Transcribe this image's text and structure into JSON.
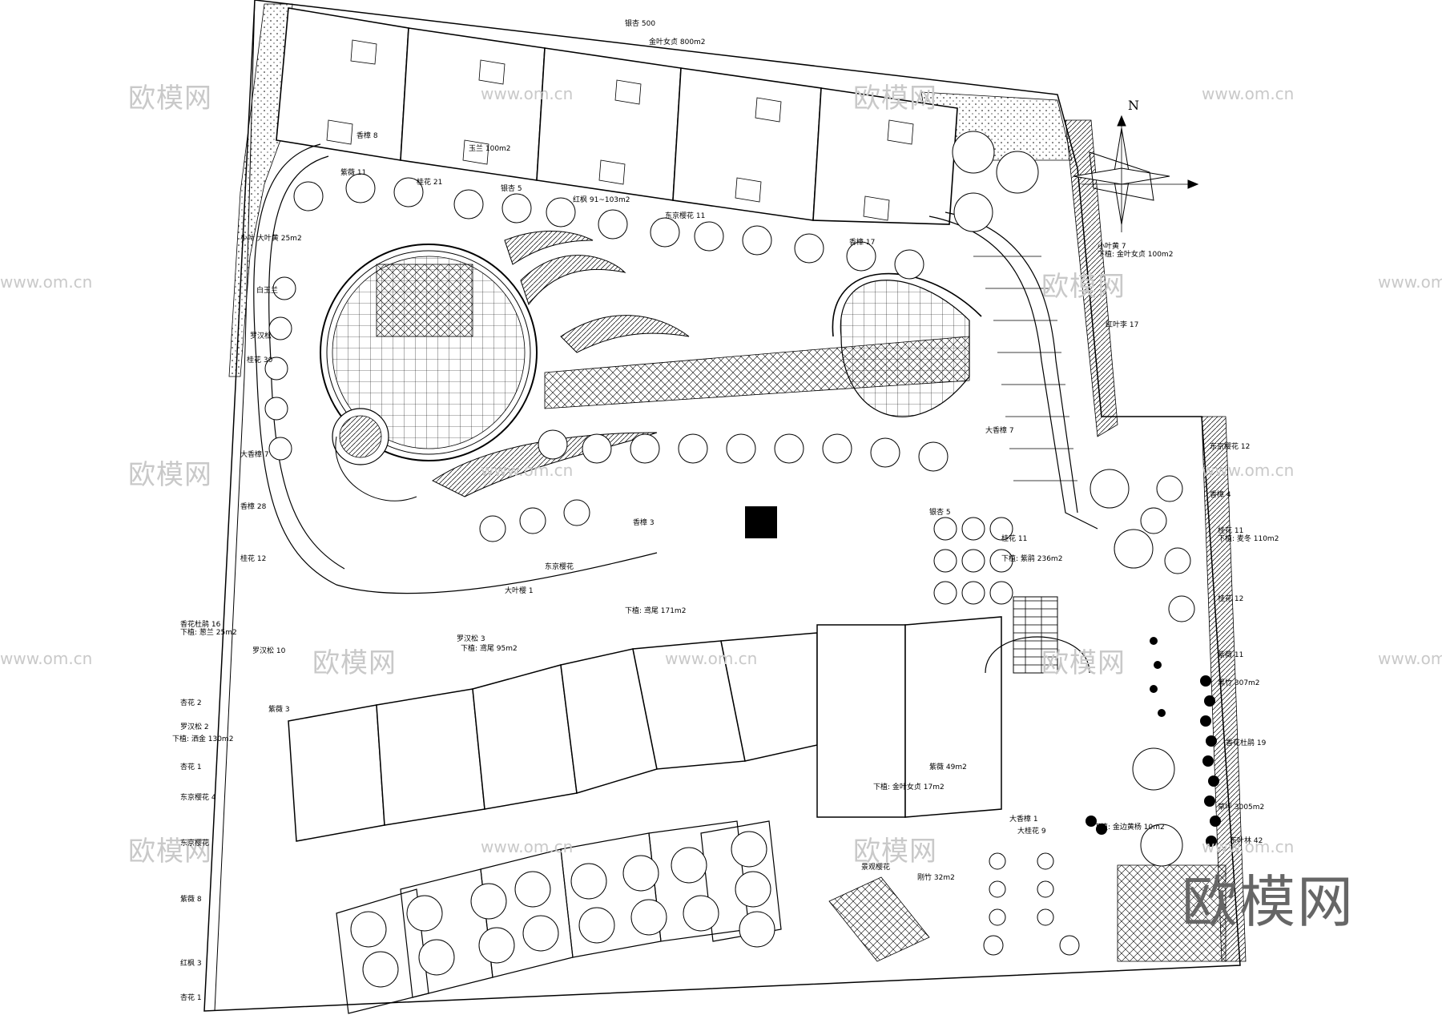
{
  "watermarks": {
    "brand_cn": "欧模网",
    "url": "www.om.cn",
    "big": "欧模网"
  },
  "north_label": "N",
  "plant_labels": {
    "top_road": "银杏 500",
    "top_right": "金叶女贞 800m2",
    "label_left_1": "小叶 大叶黄 25m2",
    "label_left_2": "白玉兰",
    "label_left_3": "罗汉松",
    "label_left_4": "桂花 30",
    "label_left_5": "大香樟 7",
    "label_left_6": "香樟 28",
    "label_left_7": "桂花 12",
    "label_left_8": "香花杜鹃 16",
    "label_left_9": "下植: 葱兰 25m2",
    "label_left_10": "罗汉松 10",
    "label_left_11": "紫薇 3",
    "label_left_12": "杏花 2",
    "label_left_13": "罗汉松 2",
    "label_left_14": "下植: 洒金 130m2",
    "label_left_15": "杏花 1",
    "label_left_16": "东京樱花 4",
    "label_left_17": "东京樱花",
    "label_left_18": "紫薇 8",
    "label_left_19": "红枫 3",
    "label_left_20": "杏花 1",
    "label_mid_1": "桂花 21",
    "label_mid_2": "紫薇 11",
    "label_mid_3": "银杏 5",
    "label_mid_4": "红枫 91~103m2",
    "label_mid_5": "东京樱花 11",
    "label_mid_6": "香樟 17",
    "label_mid_7": "香樟 8",
    "label_mid_8": "玉兰 100m2",
    "label_mid_9": "香樟 3",
    "label_mid_10": "东京樱花",
    "label_mid_11": "下植: 鸢尾 171m2",
    "label_mid_12": "大叶樱 1",
    "label_mid_13": "罗汉松 3",
    "label_mid_14": "下植: 鸢尾 95m2",
    "label_right_1": "小叶黄 7",
    "label_right_2": "下植: 金叶女贞 100m2",
    "label_right_3": "红叶李 17",
    "label_right_4": "大香樟 7",
    "label_right_5": "东京樱花 12",
    "label_right_6": "香樟 4",
    "label_right_7": "桂花 11",
    "label_right_8": "下植: 麦冬 110m2",
    "label_right_9": "桂花 12",
    "label_right_10": "紫薇 11",
    "label_right_11": "黑竹 307m2",
    "label_right_12": "香花杜鹃 19",
    "label_right_13": "草坪 3005m2",
    "label_right_14": "东叶林 42",
    "label_bot_1": "大香樟 1",
    "label_bot_2": "大桂花 9",
    "label_bot_3": "刚竹 32m2",
    "label_bot_4": "紫薇 49m2",
    "label_bot_5": "下植: 金叶女贞 17m2",
    "label_bot_6": "景观樱花",
    "label_bot_7": "下植: 金边黄杨 10m2",
    "label_bot_8": "银杏 5",
    "label_bot_9": "桂花 11",
    "label_bot_10": "下植: 紫鹃 236m2"
  }
}
